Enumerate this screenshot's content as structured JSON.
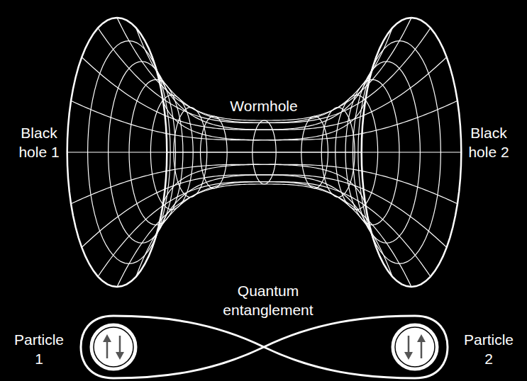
{
  "diagram": {
    "labels": [
      "Black hole 1",
      "Black hole 2",
      "Wormhole",
      "Quantum entanglement",
      "Particle 1",
      "Particle 2"
    ]
  }
}
